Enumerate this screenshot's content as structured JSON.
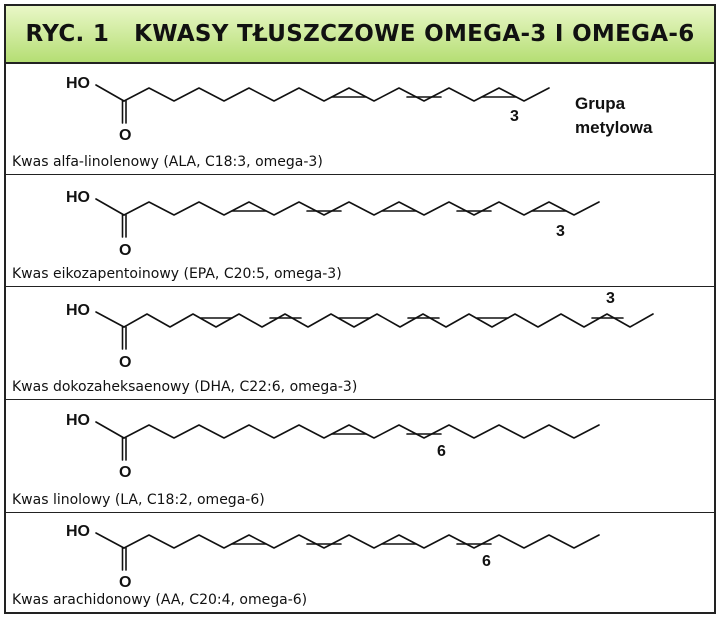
{
  "title": "RYC. 1   KWASY TŁUSZCZOWE OMEGA-3 I OMEGA-6",
  "group_labels": {
    "ho": "HO",
    "o": "O"
  },
  "annotation": {
    "line1": "Grupa",
    "line2": "metylowa"
  },
  "molecules": [
    {
      "caption": "Kwas alfa-linolenowy (ALA, C18:3, omega-3)",
      "omega": "3"
    },
    {
      "caption": "Kwas eikozapentoinowy (EPA, C20:5, omega-3)",
      "omega": "3"
    },
    {
      "caption": "Kwas dokozaheksaenowy (DHA, C22:6, omega-3)",
      "omega": "3"
    },
    {
      "caption": "Kwas linolowy (LA, C18:2, omega-6)",
      "omega": "6"
    },
    {
      "caption": "Kwas arachidonowy (AA, C20:4, omega-6)",
      "omega": "6"
    }
  ]
}
